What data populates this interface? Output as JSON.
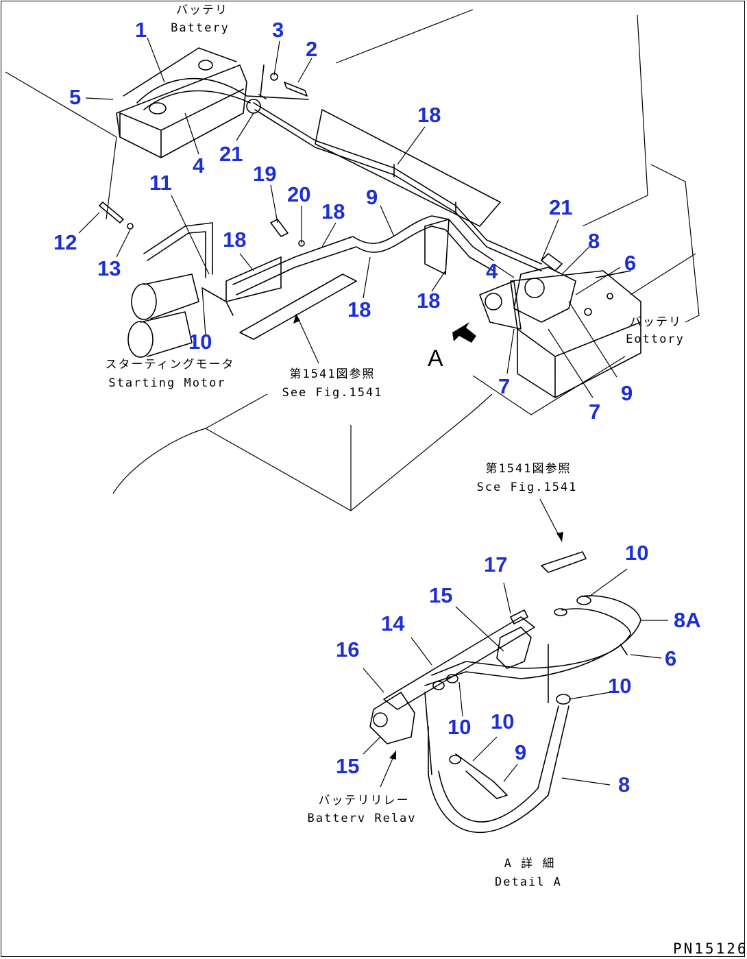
{
  "figure_code": "PN15126",
  "view_marker": "A",
  "captions": {
    "battery_jp": "バッテリ",
    "battery_en": "Battery",
    "battery_right_jp": "バッテリ",
    "battery_right_en": "Eottory",
    "starting_motor_jp": "スターティングモータ",
    "starting_motor_en": "Starting Motor",
    "see_fig_jp": "第1541図参照",
    "see_fig_en": "See Fig.1541",
    "see_fig2_jp": "第1541図参照",
    "see_fig2_en": "Sce Fig.1541",
    "battery_relay_jp": "バッテリリレー",
    "battery_relay_en": "Batterv Relav",
    "detail_a_jp": "A 詳 細",
    "detail_a_en": "Detail A"
  },
  "callouts": [
    {
      "label": "1"
    },
    {
      "label": "3"
    },
    {
      "label": "2"
    },
    {
      "label": "5"
    },
    {
      "label": "4"
    },
    {
      "label": "21"
    },
    {
      "label": "18"
    },
    {
      "label": "11"
    },
    {
      "label": "19"
    },
    {
      "label": "20"
    },
    {
      "label": "18"
    },
    {
      "label": "9"
    },
    {
      "label": "21"
    },
    {
      "label": "8"
    },
    {
      "label": "6"
    },
    {
      "label": "12"
    },
    {
      "label": "13"
    },
    {
      "label": "18"
    },
    {
      "label": "4"
    },
    {
      "label": "18"
    },
    {
      "label": "18"
    },
    {
      "label": "10"
    },
    {
      "label": "9"
    },
    {
      "label": "7"
    },
    {
      "label": "7"
    },
    {
      "label": "10"
    },
    {
      "label": "17"
    },
    {
      "label": "15"
    },
    {
      "label": "8A"
    },
    {
      "label": "14"
    },
    {
      "label": "16"
    },
    {
      "label": "6"
    },
    {
      "label": "10"
    },
    {
      "label": "10"
    },
    {
      "label": "10"
    },
    {
      "label": "9"
    },
    {
      "label": "15"
    },
    {
      "label": "8"
    }
  ]
}
